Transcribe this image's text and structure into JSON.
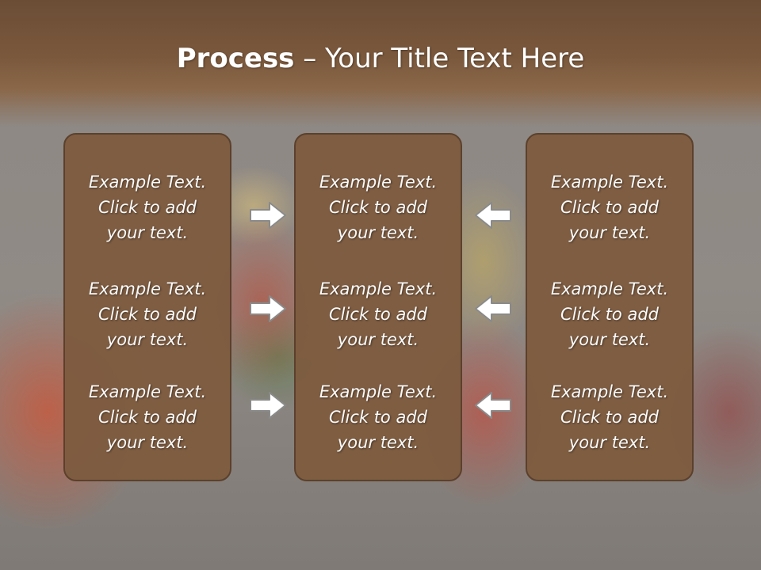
{
  "title": {
    "bold": "Process",
    "rest": " – Your Title Text Here"
  },
  "panels": [
    {
      "items": [
        "Example Text.\nClick  to add\nyour text.",
        "Example Text.\nClick  to add\nyour text.",
        "Example Text.\nClick  to add\nyour text."
      ]
    },
    {
      "items": [
        "Example Text.\nClick  to add\nyour text.",
        "Example Text.\nClick  to add\nyour text.",
        "Example Text.\nClick  to add\nyour text."
      ]
    },
    {
      "items": [
        "Example Text.\nClick  to add\nyour text.",
        "Example Text.\nClick  to add\nyour text.",
        "Example Text.\nClick  to add\nyour text."
      ]
    }
  ],
  "arrows": {
    "left_column": "right-arrow-icon",
    "right_column": "left-arrow-icon"
  },
  "colors": {
    "panel_fill": "#7e5c40",
    "panel_border": "#5a3f2b",
    "title_bar": "#6b4d36",
    "text": "#ffffff"
  }
}
